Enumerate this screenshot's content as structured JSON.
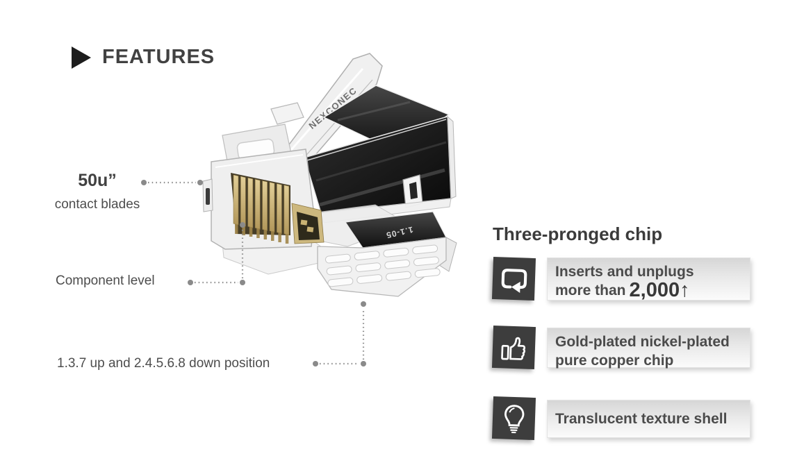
{
  "header": {
    "title": "FEATURES"
  },
  "callouts": {
    "blades": {
      "value": "50u”",
      "label": "contact blades"
    },
    "component": {
      "label": "Component level"
    },
    "position": {
      "label": "1.3.7 up and 2.4.5.6.8 down position"
    }
  },
  "connector": {
    "brand_text": "NEXCONEC",
    "chip_marking": "1.1-05"
  },
  "panel": {
    "heading": "Three-pronged chip",
    "items": [
      {
        "icon": "repeat-arrow-icon",
        "line1": "Inserts and unplugs",
        "line2_prefix": "more than",
        "line2_value": "2,000↑"
      },
      {
        "icon": "thumbs-up-icon",
        "line1": "Gold-plated nickel-plated",
        "line2": "pure copper chip"
      },
      {
        "icon": "lightbulb-icon",
        "line1": "Translucent texture shell"
      }
    ]
  },
  "colors": {
    "accent_dark": "#3d3d3d",
    "gold": "#c9b373",
    "leader_gray": "#8a8a8a",
    "box_gradient_top": "#d6d6d6",
    "box_gradient_bottom": "#fbfbfb"
  }
}
